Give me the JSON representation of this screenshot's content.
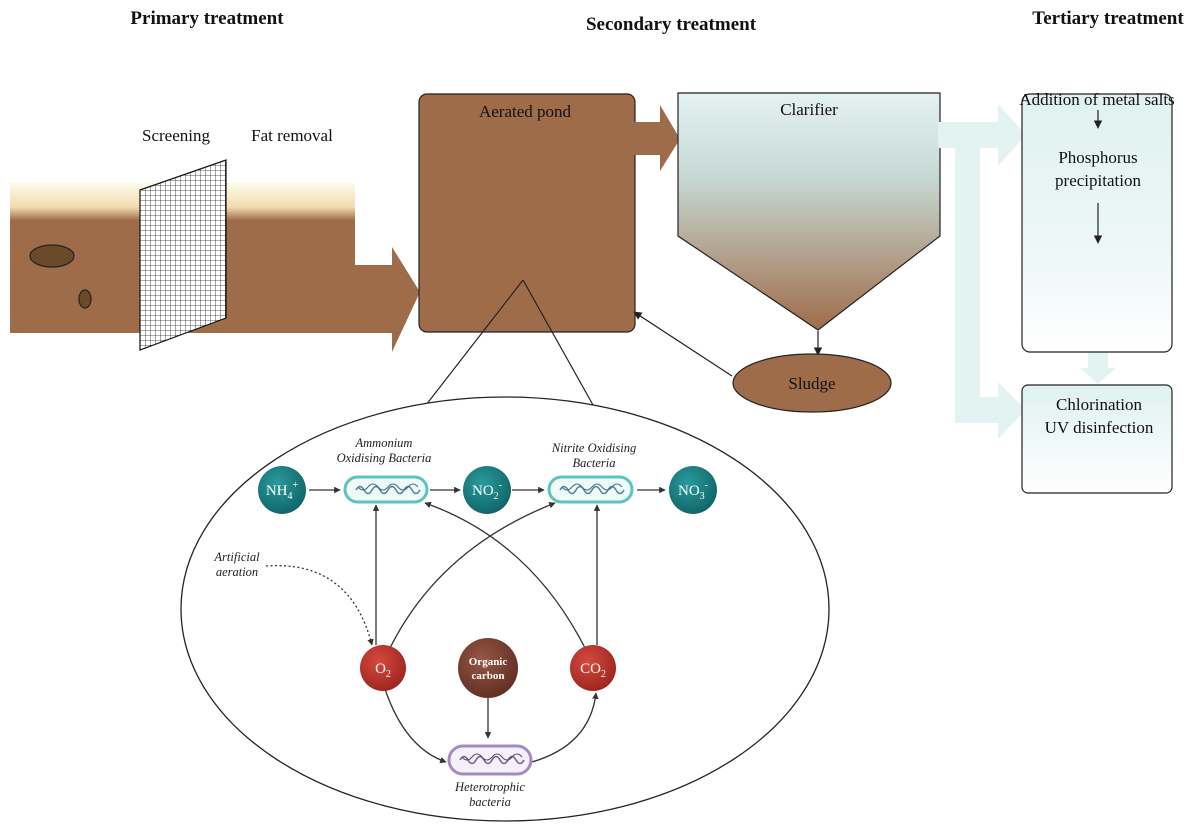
{
  "titles": {
    "primary": "Primary treatment",
    "secondary": "Secondary treatment",
    "tertiary": "Tertiary treatment"
  },
  "primary": {
    "screening": "Screening",
    "fat_removal": "Fat removal"
  },
  "secondary": {
    "aerated_pond": "Aerated pond",
    "clarifier": "Clarifier",
    "sludge": "Sludge"
  },
  "tertiary": {
    "metal_salts": "Addition of metal salts",
    "phosphorus_line1": "Phosphorus",
    "phosphorus_line2": "precipitation",
    "chlorination": "Chlorination",
    "uv": "UV disinfection"
  },
  "nitrification": {
    "nh4": "NH",
    "nh4_sub": "4",
    "nh4_sup": "+",
    "no2": "NO",
    "no2_sub": "2",
    "no2_sup": "-",
    "no3": "NO",
    "no3_sub": "3",
    "no3_sup": "-",
    "aob_line1": "Ammonium",
    "aob_line2": "Oxidising Bacteria",
    "nob_line1": "Nitrite Oxidising",
    "nob_line2": "Bacteria",
    "aeration_line1": "Artificial",
    "aeration_line2": "aeration",
    "o2": "O",
    "o2_sub": "2",
    "co2": "CO",
    "co2_sub": "2",
    "organic_line1": "Organic",
    "organic_line2": "carbon",
    "hetero_line1": "Heterotrophic",
    "hetero_line2": "bacteria"
  },
  "colors": {
    "wastewater_brown": "#9f6c4a",
    "teal_node": "#177a7e",
    "red_node": "#b8322b",
    "organic_brown": "#7a4030",
    "tertiary_tint": "#e3f3f2",
    "bacteria_teal": "#5cc4c0",
    "bacteria_purple": "#a68ac2"
  }
}
